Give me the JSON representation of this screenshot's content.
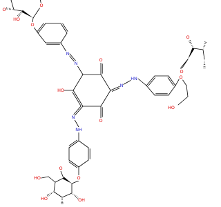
{
  "labels": {
    "oxygen": "O",
    "hydroxyl_left": "HO",
    "hydroxyl_right": "OH",
    "nitrogen": "N",
    "imine_nh_left": "HN",
    "imine_nh_right": "NH",
    "chiral_h": "H"
  },
  "colors": {
    "oxygen": "#e00000",
    "nitrogen": "#2a2acc",
    "carbon_bond": "#000000"
  }
}
